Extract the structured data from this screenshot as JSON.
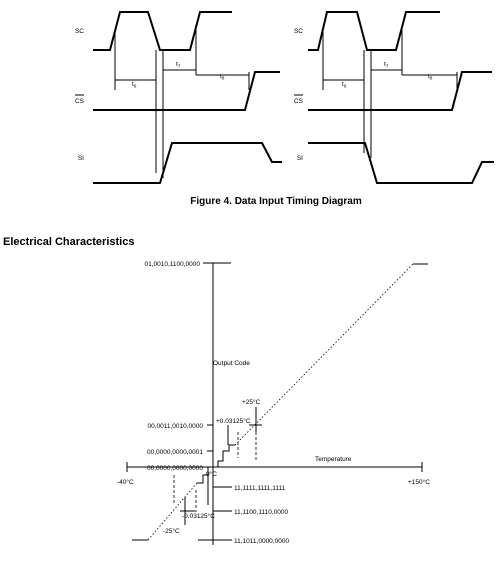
{
  "figure4": {
    "caption": "Figure 4.  Data Input Timing Diagram",
    "signals": {
      "sc": "SC",
      "cs": "CS",
      "si": "SI"
    },
    "timing": {
      "t6_base": "t",
      "t6_sub": "6",
      "t7_base": "t",
      "t7_sub": "7",
      "t8_base": "t",
      "t8_sub": "8"
    }
  },
  "electrical": {
    "heading": "Electrical Characteristics",
    "axis": {
      "y_label": "Output Code",
      "x_label": "Temperature"
    },
    "codes": {
      "c1": "01,0010,1100,0000",
      "c2": "00,0011,0010,0000",
      "c3": "00,0000,0000,0001",
      "c4": "00,0000,0000,0000",
      "c5": "11,1111,1111,1111",
      "c6": "11,1100,1110,0000",
      "c7": "11,1011,0000,0000"
    },
    "temps": {
      "t_minus40": "-40°C",
      "t_plus150": "+150°C",
      "t_plus25": "+25°C",
      "t_minus25": "-25°C",
      "t_zero": "0°C",
      "t_plus003125": "+0.03125°C",
      "t_minus003125": "-0.03125°C"
    }
  }
}
